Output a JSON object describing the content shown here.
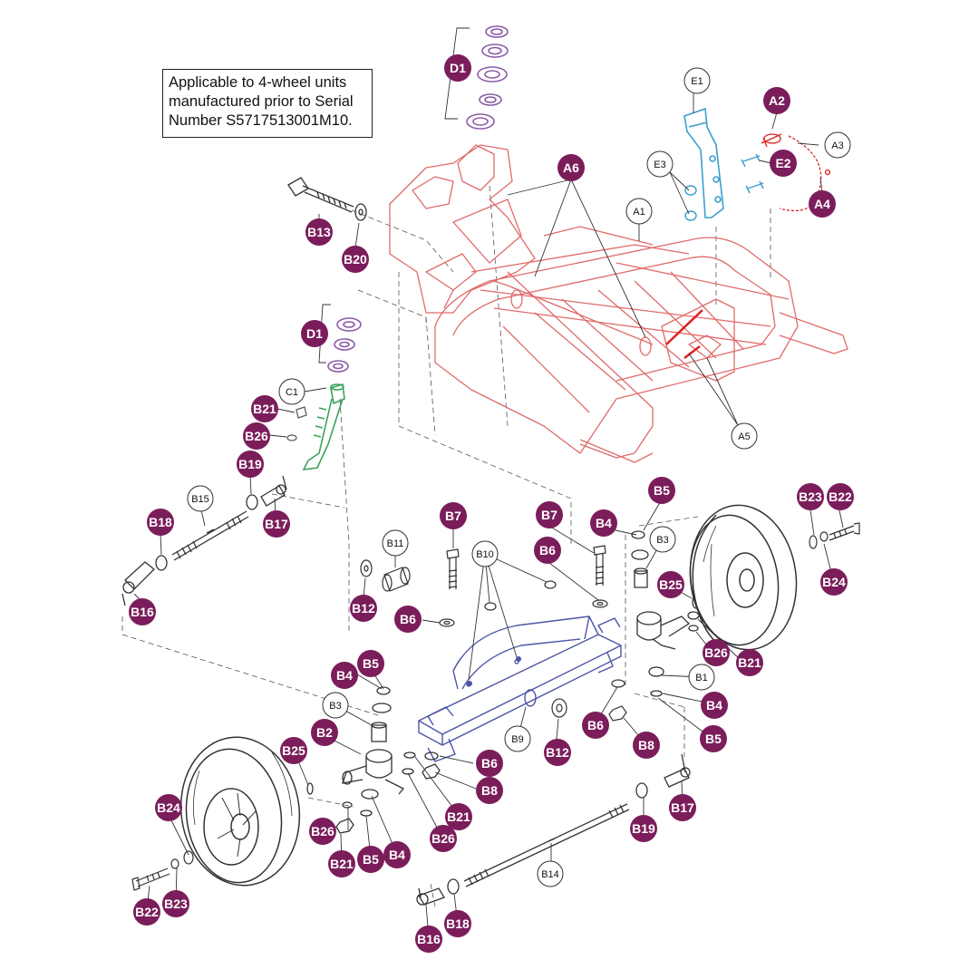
{
  "note": {
    "lines": [
      "Applicable to 4-wheel units",
      "manufactured prior to Serial",
      "Number S5717513001M10."
    ]
  },
  "colors": {
    "frame": "#e06a6a",
    "axle": "#4b55a8",
    "bracket": "#3a9fcf",
    "fork": "#3aa35a",
    "callout_fill": "#7b1d5b",
    "wheel": "#333333",
    "leader": "#333333"
  },
  "callouts_filled": [
    {
      "id": "A2",
      "text": "A2"
    },
    {
      "id": "A4",
      "text": "A4"
    },
    {
      "id": "A6",
      "text": "A6"
    },
    {
      "id": "E2",
      "text": "E2"
    },
    {
      "id": "D1a",
      "text": "D1"
    },
    {
      "id": "D1b",
      "text": "D1"
    },
    {
      "id": "B13",
      "text": "B13"
    },
    {
      "id": "B20",
      "text": "B20"
    },
    {
      "id": "B21a",
      "text": "B21"
    },
    {
      "id": "B26a",
      "text": "B26"
    },
    {
      "id": "B19a",
      "text": "B19"
    },
    {
      "id": "B17a",
      "text": "B17"
    },
    {
      "id": "B18a",
      "text": "B18"
    },
    {
      "id": "B16a",
      "text": "B16"
    },
    {
      "id": "B12a",
      "text": "B12"
    },
    {
      "id": "B6a",
      "text": "B6"
    },
    {
      "id": "B7a",
      "text": "B7"
    },
    {
      "id": "B7b",
      "text": "B7"
    },
    {
      "id": "B6b",
      "text": "B6"
    },
    {
      "id": "B4a",
      "text": "B4"
    },
    {
      "id": "B5a",
      "text": "B5"
    },
    {
      "id": "B25a",
      "text": "B25"
    },
    {
      "id": "B26b",
      "text": "B26"
    },
    {
      "id": "B21b",
      "text": "B21"
    },
    {
      "id": "B23a",
      "text": "B23"
    },
    {
      "id": "B22a",
      "text": "B22"
    },
    {
      "id": "B24a",
      "text": "B24"
    },
    {
      "id": "B4b",
      "text": "B4"
    },
    {
      "id": "B5b",
      "text": "B5"
    },
    {
      "id": "B6c",
      "text": "B6"
    },
    {
      "id": "B8a",
      "text": "B8"
    },
    {
      "id": "B12b",
      "text": "B12"
    },
    {
      "id": "B4c",
      "text": "B4"
    },
    {
      "id": "B5c",
      "text": "B5"
    },
    {
      "id": "B2a",
      "text": "B2"
    },
    {
      "id": "B25b",
      "text": "B25"
    },
    {
      "id": "B6d",
      "text": "B6"
    },
    {
      "id": "B8b",
      "text": "B8"
    },
    {
      "id": "B21c",
      "text": "B21"
    },
    {
      "id": "B26c",
      "text": "B26"
    },
    {
      "id": "B24b",
      "text": "B24"
    },
    {
      "id": "B26d",
      "text": "B26"
    },
    {
      "id": "B21d",
      "text": "B21"
    },
    {
      "id": "B5d",
      "text": "B5"
    },
    {
      "id": "B4d",
      "text": "B4"
    },
    {
      "id": "B19b",
      "text": "B19"
    },
    {
      "id": "B17b",
      "text": "B17"
    },
    {
      "id": "B22b",
      "text": "B22"
    },
    {
      "id": "B23b",
      "text": "B23"
    },
    {
      "id": "B16b",
      "text": "B16"
    },
    {
      "id": "B18b",
      "text": "B18"
    }
  ],
  "callouts_outlined": [
    {
      "id": "E1",
      "text": "E1"
    },
    {
      "id": "A3",
      "text": "A3"
    },
    {
      "id": "E3",
      "text": "E3"
    },
    {
      "id": "A1",
      "text": "A1"
    },
    {
      "id": "A5",
      "text": "A5"
    },
    {
      "id": "C1",
      "text": "C1"
    },
    {
      "id": "B15",
      "text": "B15"
    },
    {
      "id": "B11",
      "text": "B11"
    },
    {
      "id": "B10",
      "text": "B10"
    },
    {
      "id": "B3a",
      "text": "B3"
    },
    {
      "id": "B1",
      "text": "B1"
    },
    {
      "id": "B3b",
      "text": "B3"
    },
    {
      "id": "B9",
      "text": "B9"
    },
    {
      "id": "B14",
      "text": "B14"
    }
  ]
}
